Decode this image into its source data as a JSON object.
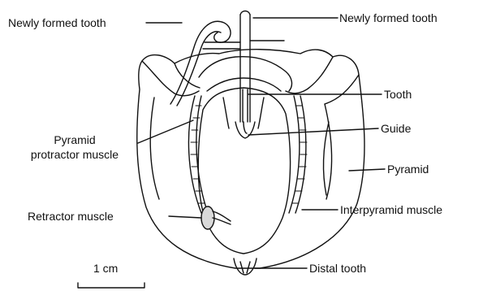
{
  "labels": {
    "newly_formed_tooth_left": "Newly formed tooth",
    "newly_formed_tooth_right": "Newly formed tooth",
    "tooth": "Tooth",
    "guide": "Guide",
    "pyramid_protractor_line1": "Pyramid",
    "pyramid_protractor_line2": "protractor muscle",
    "pyramid": "Pyramid",
    "retractor_muscle": "Retractor muscle",
    "interpyramid_muscle": "Interpyramid muscle",
    "distal_tooth": "Distal tooth",
    "scale": "1 cm"
  },
  "colors": {
    "ink": "#111111",
    "shade": "#d9d9d9",
    "paper": "#ffffff"
  }
}
